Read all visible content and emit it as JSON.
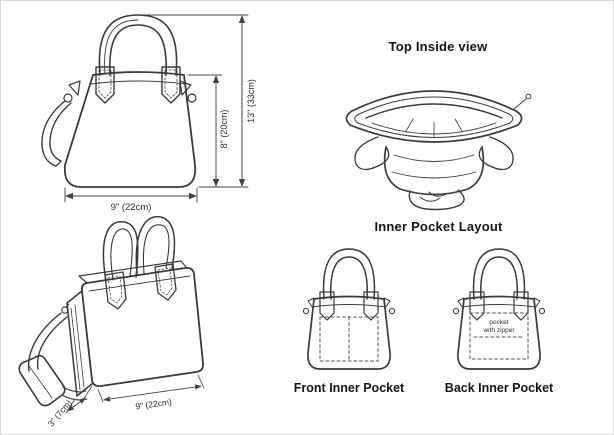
{
  "colors": {
    "line": "#3a3a3a",
    "dimension": "#444444",
    "background": "#ffffff"
  },
  "front_view": {
    "width_label": "9\" (22cm)",
    "body_height_label": "8\" (20cm)",
    "total_height_label": "13\" (33cm)"
  },
  "top_inside_view": {
    "title": "Top Inside view"
  },
  "perspective_view": {
    "depth_label": "3\" (7cm)",
    "width_label": "9\" (22cm)"
  },
  "inner_pocket_layout": {
    "title": "Inner Pocket Layout",
    "front_pocket_label": "Front Inner Pocket",
    "back_pocket_label": "Back Inner Pocket",
    "zipper_note_line1": "pocket",
    "zipper_note_line2": "with zipper"
  }
}
